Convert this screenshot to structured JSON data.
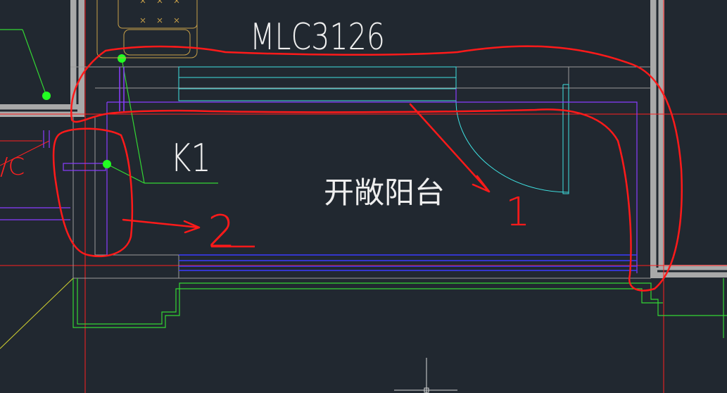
{
  "labels": {
    "window_tag": "MLC3126",
    "column_tag": "K1",
    "room_name": "开敞阳台",
    "note_1": "1",
    "note_2": "2",
    "partial_tag": "/C"
  },
  "colors": {
    "background": "#212830",
    "wall_fill": "#a9a9a9",
    "axis_red": "#ff2020",
    "markup_red": "#ff1a1a",
    "cyan": "#3fe0e0",
    "green": "#33d633",
    "purple": "#8a3cff",
    "blue": "#3a3aff",
    "yellow": "#cfcf30",
    "tan": "#c8a048",
    "dim_white": "#d8d8d8",
    "gray_line": "#9a9a9a"
  }
}
